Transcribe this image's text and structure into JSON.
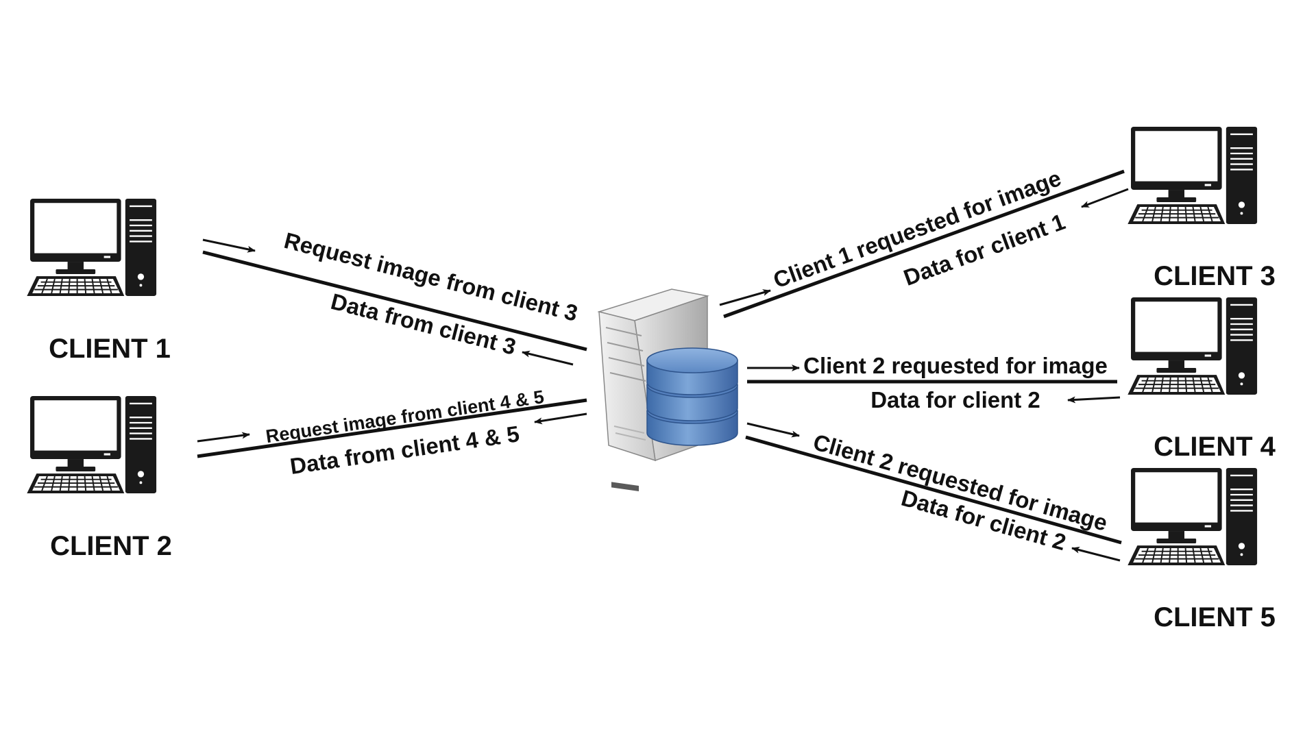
{
  "colors": {
    "background": "#ffffff",
    "ink": "#111111",
    "monitor_screen": "#ffffff",
    "monitor_frame": "#1a1a1a",
    "database_blue": "#4f7fbf",
    "server_gray": "#d9d9d9"
  },
  "icons": {
    "client": "desktop-computer-icon",
    "server": "server-tower-icon",
    "database": "database-cylinder-icon"
  },
  "clients": [
    {
      "label": "CLIENT 1"
    },
    {
      "label": "CLIENT 2"
    },
    {
      "label": "CLIENT 3"
    },
    {
      "label": "CLIENT 4"
    },
    {
      "label": "CLIENT 5"
    }
  ],
  "connections": [
    {
      "client": "CLIENT 1",
      "request_label": "Request image from client 3",
      "response_label": "Data from client 3"
    },
    {
      "client": "CLIENT 2",
      "request_label": "Request image from client 4 & 5",
      "response_label": "Data from client 4 & 5"
    },
    {
      "client": "CLIENT 3",
      "request_label": "Client 1 requested for image",
      "response_label": "Data for client 1"
    },
    {
      "client": "CLIENT 4",
      "request_label": "Client 2 requested for image",
      "response_label": "Data for client 2"
    },
    {
      "client": "CLIENT 5",
      "request_label": "Client 2 requested for image",
      "response_label": "Data for client 2"
    }
  ]
}
